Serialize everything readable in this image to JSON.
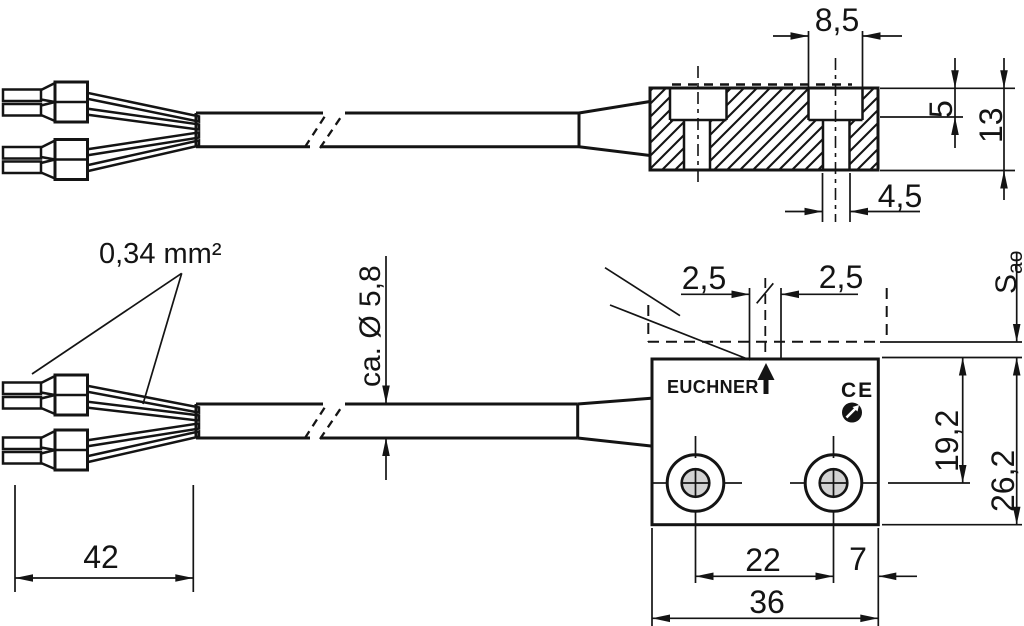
{
  "branding": {
    "logo": "EUCHNER",
    "ce_mark": "CE"
  },
  "labels": {
    "wire_cross_section": "0,34 mm²",
    "cable_diameter": "ca. Ø 5,8",
    "sao_main": "S",
    "sao_sub": "ao"
  },
  "dimensions": {
    "side_view": {
      "counterbore_width": "8,5",
      "counterbore_depth": "5",
      "body_height": "13",
      "hole_diameter": "4,5"
    },
    "front_view": {
      "offset_left": "2,5",
      "offset_right": "2,5",
      "hole_center_from_top": "19,2",
      "body_height": "26,2",
      "hole_spacing": "22",
      "hole_to_edge": "7",
      "body_width": "36"
    },
    "cable": {
      "stripped_length": "42"
    }
  },
  "colors": {
    "line": "#141414",
    "hole_fill": "#d2d2d2",
    "background": "#ffffff"
  }
}
